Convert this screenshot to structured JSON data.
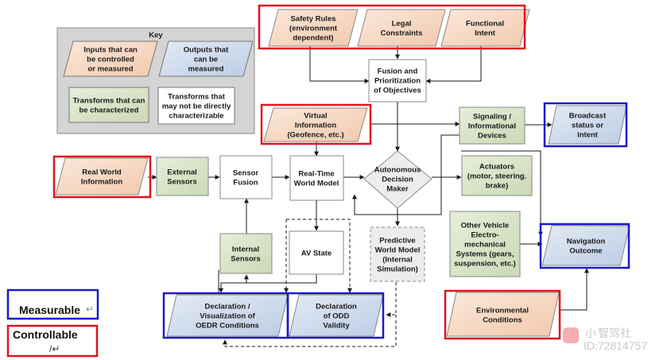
{
  "key": {
    "title": "Key",
    "inputs": [
      "Inputs that can",
      "be controlled",
      "or measured"
    ],
    "outputs": [
      "Outputs that",
      "can be",
      "measured"
    ],
    "transforms_char": [
      "Transforms that can",
      "be characterized"
    ],
    "transforms_nochar": [
      "Transforms that",
      "may not be directly",
      "characterizable"
    ]
  },
  "nodes": {
    "safety": [
      "Safety Rules",
      "(environment",
      "dependent)"
    ],
    "legal": [
      "Legal",
      "Constraints"
    ],
    "functional": [
      "Functional",
      "Intent"
    ],
    "fusion_obj": [
      "Fusion and",
      "Prioritization",
      "of Objectives"
    ],
    "virtual": [
      "Virtual",
      "Information",
      "(Geofence, etc.)"
    ],
    "signaling": [
      "Signaling /",
      "Informational",
      "Devices"
    ],
    "broadcast": [
      "Broadcast",
      "status or",
      "intent"
    ],
    "real_world": [
      "Real World",
      "Information"
    ],
    "ext_sensors": [
      "External",
      "Sensors"
    ],
    "sensor_fusion": [
      "Sensor",
      "Fusion"
    ],
    "rt_model": [
      "Real-Time",
      "World Model"
    ],
    "adm": [
      "Autonomous",
      "Decision",
      "Maker"
    ],
    "actuators": [
      "Actuators",
      "(motor, steering.",
      "brake)"
    ],
    "other_vehicle": [
      "Other Vehicle",
      "Electro-",
      "mechanical",
      "Systems (gears,",
      "suspension, etc.)"
    ],
    "nav_outcome": [
      "Navigation",
      "Outcome"
    ],
    "int_sensors": [
      "Internal",
      "Sensors"
    ],
    "av_state": [
      "AV State"
    ],
    "predictive": [
      "Predictive",
      "World Model",
      "(Internal",
      "Simulation)"
    ],
    "declaration_vis": [
      "Declaration /",
      "Visualization  of",
      "OEDR Conditions"
    ],
    "declaration_odd": [
      "Declaration",
      "of ODD",
      "Validity"
    ],
    "environmental": [
      "Environmental",
      "Conditions"
    ]
  },
  "legend": {
    "measurable": "Measurable",
    "measurable_mark": "↵",
    "controllable": "Controllable",
    "controllable_mark": "/↵"
  },
  "watermark": {
    "logo": "小",
    "name": "智驾社",
    "id": "ID:72814757"
  },
  "colors": {
    "input_fill": "#f8dcc8",
    "output_fill": "#d3dfee",
    "transform_fill": "#dbe5c9",
    "plain_fill": "#ffffff",
    "key_fill": "#d4d4d4",
    "controllable_border": "#e0141c",
    "measurable_border": "#1a1acc"
  }
}
